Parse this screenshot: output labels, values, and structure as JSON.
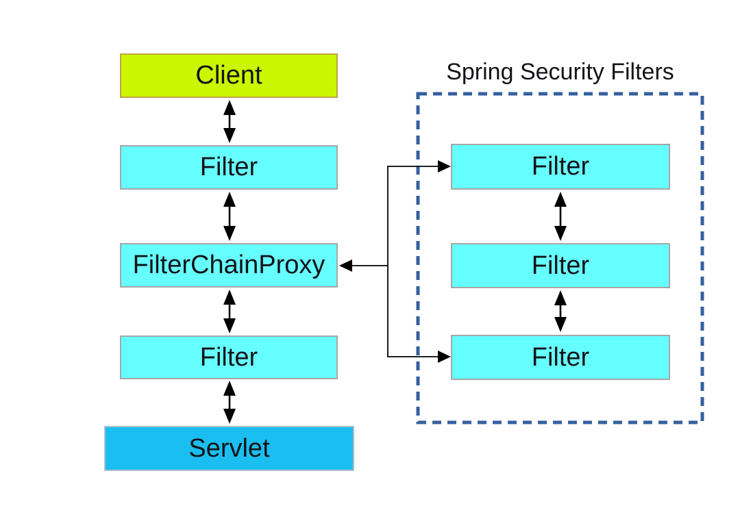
{
  "title": "Spring Security Filters",
  "nodes": {
    "client": {
      "label": "Client"
    },
    "filter_top": {
      "label": "Filter"
    },
    "filter_chain_proxy": {
      "label": "FilterChainProxy"
    },
    "filter_bottom": {
      "label": "Filter"
    },
    "servlet": {
      "label": "Servlet"
    },
    "security_filter_1": {
      "label": "Filter"
    },
    "security_filter_2": {
      "label": "Filter"
    },
    "security_filter_3": {
      "label": "Filter"
    }
  },
  "colors": {
    "client_fill": "#ccf500",
    "client_border": "#bfa348",
    "filter_fill": "#66ffff",
    "filter_border": "#a6a6a6",
    "servlet_fill": "#1bbef0",
    "servlet_border": "#aebfc9",
    "dashed_border": "#35609f",
    "arrow": "#000000",
    "text": "#131318"
  }
}
